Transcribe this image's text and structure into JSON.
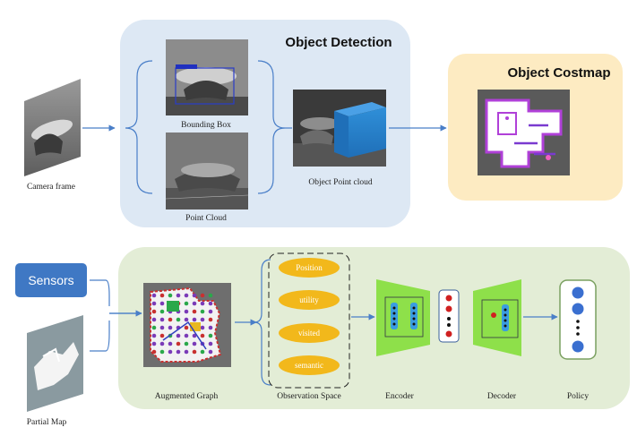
{
  "colors": {
    "detection_panel": "#dde8f4",
    "costmap_panel": "#fdebc2",
    "policy_panel": "#e3edd6",
    "sensors_box": "#3f78c4",
    "pill": "#f2b81b",
    "encoder": "#8ee04a",
    "arrow": "#4a7fc8"
  },
  "top": {
    "camera_frame_label": "Camera frame",
    "bounding_box_label": "Bounding Box",
    "point_cloud_label": "Point Cloud",
    "object_point_cloud_label": "Object Point cloud",
    "object_detection_title": "Object Detection",
    "object_costmap_title": "Object Costmap"
  },
  "bottom": {
    "sensors_label": "Sensors",
    "partial_map_label": "Partial Map",
    "augmented_graph_label": "Augmented Graph",
    "observation_space_label": "Observation Space",
    "observation_items": [
      "Position",
      "utility",
      "visited",
      "semantic"
    ],
    "encoder_label": "Encoder",
    "decoder_label": "Decoder",
    "policy_label": "Policy"
  }
}
